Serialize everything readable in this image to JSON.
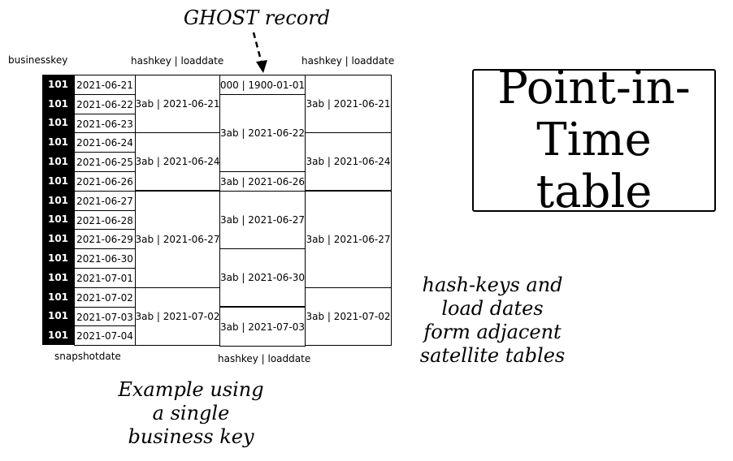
{
  "title": {
    "line1": "Point-in-",
    "line2": "Time table"
  },
  "ghost_annotation": "GHOST record",
  "labels": {
    "businesskey": "businesskey",
    "snapshotdate": "snapshotdate",
    "sat_header_left": "hashkey | loaddate",
    "sat_header_right": "hashkey | loaddate",
    "sat_footer_middle": "hashkey | loaddate"
  },
  "notes": {
    "example": [
      "Example using",
      "a single",
      "business key"
    ],
    "adjacent": [
      "hash-keys and",
      "load dates",
      "form adjacent",
      "satellite tables"
    ]
  },
  "pit_rows": [
    {
      "key": "101",
      "date": "2021-06-21"
    },
    {
      "key": "101",
      "date": "2021-06-22"
    },
    {
      "key": "101",
      "date": "2021-06-23"
    },
    {
      "key": "101",
      "date": "2021-06-24"
    },
    {
      "key": "101",
      "date": "2021-06-25"
    },
    {
      "key": "101",
      "date": "2021-06-26"
    },
    {
      "key": "101",
      "date": "2021-06-27"
    },
    {
      "key": "101",
      "date": "2021-06-28"
    },
    {
      "key": "101",
      "date": "2021-06-29"
    },
    {
      "key": "101",
      "date": "2021-06-30"
    },
    {
      "key": "101",
      "date": "2021-07-01"
    },
    {
      "key": "101",
      "date": "2021-07-02"
    },
    {
      "key": "101",
      "date": "2021-07-03"
    },
    {
      "key": "101",
      "date": "2021-07-04"
    }
  ],
  "sat_left": [
    {
      "text": "3ab | 2021-06-21",
      "first_row": 0,
      "row_count": 3
    },
    {
      "text": "3ab | 2021-06-24",
      "first_row": 3,
      "row_count": 3
    },
    {
      "text": "3ab | 2021-06-27",
      "first_row": 6,
      "row_count": 5
    },
    {
      "text": "3ab | 2021-07-02",
      "first_row": 11,
      "row_count": 3
    }
  ],
  "sat_middle": [
    {
      "text": "000 | 1900-01-01",
      "first_row": 0,
      "row_count": 1
    },
    {
      "text": "3ab | 2021-06-22",
      "first_row": 1,
      "row_count": 4
    },
    {
      "text": "3ab | 2021-06-26",
      "first_row": 5,
      "row_count": 1
    },
    {
      "text": "3ab | 2021-06-27",
      "first_row": 6,
      "row_count": 3
    },
    {
      "text": "3ab | 2021-06-30",
      "first_row": 9,
      "row_count": 3
    },
    {
      "text": "3ab | 2021-07-03",
      "first_row": 12,
      "row_count": 2
    }
  ],
  "sat_right": [
    {
      "text": "3ab | 2021-06-21",
      "first_row": 0,
      "row_count": 3
    },
    {
      "text": "3ab | 2021-06-24",
      "first_row": 3,
      "row_count": 3
    },
    {
      "text": "3ab | 2021-06-27",
      "first_row": 6,
      "row_count": 5
    },
    {
      "text": "3ab | 2021-07-02",
      "first_row": 11,
      "row_count": 3
    }
  ]
}
